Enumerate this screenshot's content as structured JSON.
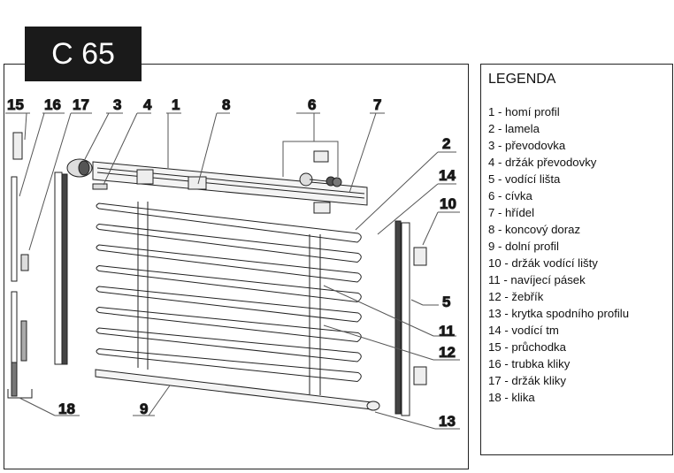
{
  "title": "C 65",
  "legend": {
    "heading": "LEGENDA",
    "items": [
      "1 - homí profil",
      "2 - lamela",
      "3 - převodovka",
      "4 - držák převodovky",
      "5 - vodící lišta",
      "6 - cívka",
      "7 - hřídel",
      "8 - koncový doraz",
      "9 - dolní profil",
      "10 - držák vodící lišty",
      "11 - navíjecí pásek",
      "12 - žebřík",
      "13 - krytka spodního profilu",
      "14 - vodící tm",
      "15 - průchodka",
      "16 - trubka kliky",
      "17 - držák kliky",
      "18 - klika"
    ]
  },
  "callouts": {
    "c1": "1",
    "c2": "2",
    "c3": "3",
    "c4": "4",
    "c5": "5",
    "c6": "6",
    "c7": "7",
    "c8": "8",
    "c9": "9",
    "c10": "10",
    "c11": "11",
    "c12": "12",
    "c13": "13",
    "c14": "14",
    "c15": "15",
    "c16": "16",
    "c17": "17",
    "c18": "18"
  }
}
